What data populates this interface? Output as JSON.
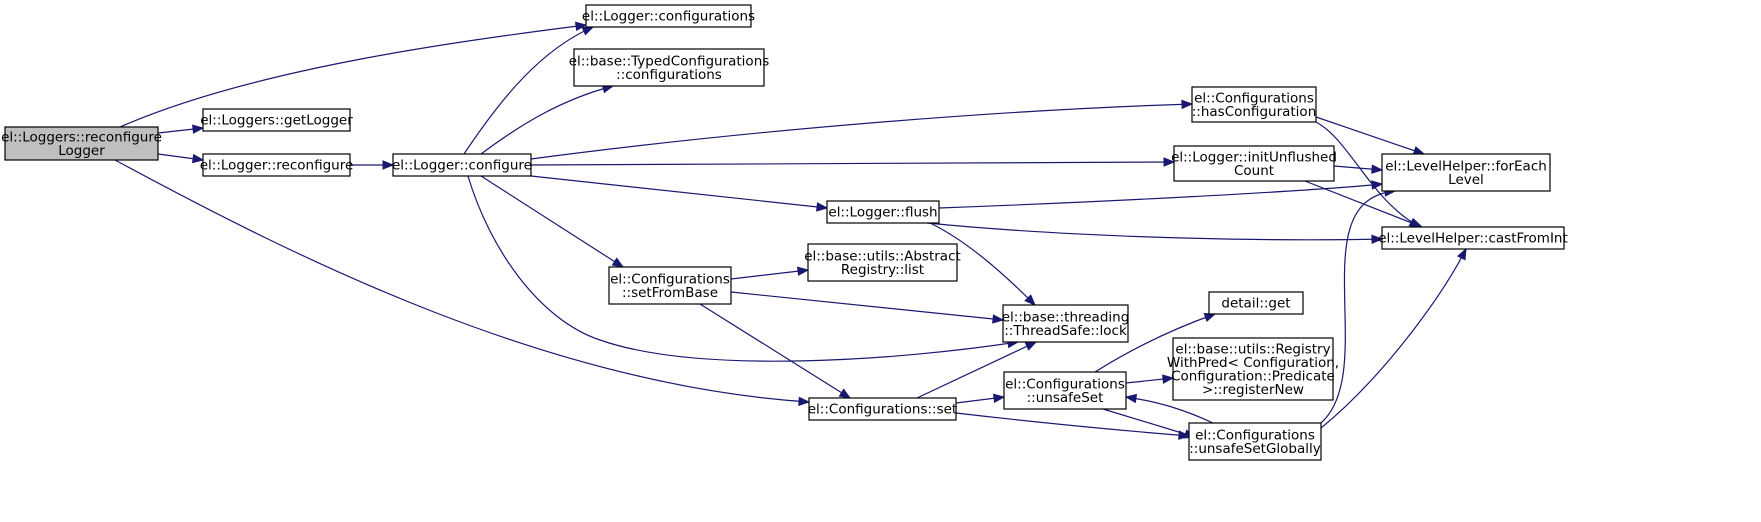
{
  "diagram": {
    "edge_color": "#191970",
    "root_fill": "#bfbfbf",
    "nodes": [
      {
        "id": "n0",
        "label": [
          "el::Loggers::reconfigure",
          "Logger"
        ],
        "root": true
      },
      {
        "id": "n1",
        "label": [
          "el::Logger::configurations"
        ]
      },
      {
        "id": "n2",
        "label": [
          "el::Loggers::getLogger"
        ]
      },
      {
        "id": "n3",
        "label": [
          "el::Logger::reconfigure"
        ]
      },
      {
        "id": "n4",
        "label": [
          "el::Configurations::set"
        ]
      },
      {
        "id": "n5",
        "label": [
          "el::Logger::configure"
        ]
      },
      {
        "id": "n6",
        "label": [
          "el::base::TypedConfigurations",
          "::configurations"
        ]
      },
      {
        "id": "n7",
        "label": [
          "el::Configurations",
          "::hasConfiguration"
        ]
      },
      {
        "id": "n8",
        "label": [
          "el::Logger::initUnflushed",
          "Count"
        ]
      },
      {
        "id": "n9",
        "label": [
          "el::Logger::flush"
        ]
      },
      {
        "id": "n10",
        "label": [
          "el::Configurations",
          "::setFromBase"
        ]
      },
      {
        "id": "n11",
        "label": [
          "el::base::threading",
          "::ThreadSafe::lock"
        ]
      },
      {
        "id": "n12",
        "label": [
          "el::base::utils::Abstract",
          "Registry::list"
        ]
      },
      {
        "id": "n13",
        "label": [
          "el::LevelHelper::forEach",
          "Level"
        ]
      },
      {
        "id": "n14",
        "label": [
          "el::LevelHelper::castFromInt"
        ]
      },
      {
        "id": "n15",
        "label": [
          "el::Configurations",
          "::unsafeSet"
        ]
      },
      {
        "id": "n16",
        "label": [
          "el::Configurations",
          "::unsafeSetGlobally"
        ]
      },
      {
        "id": "n17",
        "label": [
          "detail::get"
        ]
      },
      {
        "id": "n18",
        "label": [
          "el::base::utils::Registry",
          "WithPred< Configuration,",
          "Configuration::Predicate",
          ">::registerNew"
        ]
      }
    ],
    "edges": [
      {
        "from": "n0",
        "to": "n1"
      },
      {
        "from": "n0",
        "to": "n2"
      },
      {
        "from": "n0",
        "to": "n3"
      },
      {
        "from": "n0",
        "to": "n4"
      },
      {
        "from": "n3",
        "to": "n5"
      },
      {
        "from": "n5",
        "to": "n1"
      },
      {
        "from": "n5",
        "to": "n6"
      },
      {
        "from": "n5",
        "to": "n7"
      },
      {
        "from": "n5",
        "to": "n8"
      },
      {
        "from": "n5",
        "to": "n9"
      },
      {
        "from": "n5",
        "to": "n10"
      },
      {
        "from": "n5",
        "to": "n11"
      },
      {
        "from": "n7",
        "to": "n13"
      },
      {
        "from": "n7",
        "to": "n14"
      },
      {
        "from": "n8",
        "to": "n13"
      },
      {
        "from": "n8",
        "to": "n14"
      },
      {
        "from": "n9",
        "to": "n13"
      },
      {
        "from": "n9",
        "to": "n14"
      },
      {
        "from": "n9",
        "to": "n11"
      },
      {
        "from": "n10",
        "to": "n12"
      },
      {
        "from": "n10",
        "to": "n11"
      },
      {
        "from": "n10",
        "to": "n4"
      },
      {
        "from": "n4",
        "to": "n11"
      },
      {
        "from": "n4",
        "to": "n15"
      },
      {
        "from": "n4",
        "to": "n16"
      },
      {
        "from": "n15",
        "to": "n17"
      },
      {
        "from": "n15",
        "to": "n18"
      },
      {
        "from": "n15",
        "to": "n16"
      },
      {
        "from": "n16",
        "to": "n15"
      },
      {
        "from": "n16",
        "to": "n13"
      },
      {
        "from": "n16",
        "to": "n14"
      }
    ]
  }
}
